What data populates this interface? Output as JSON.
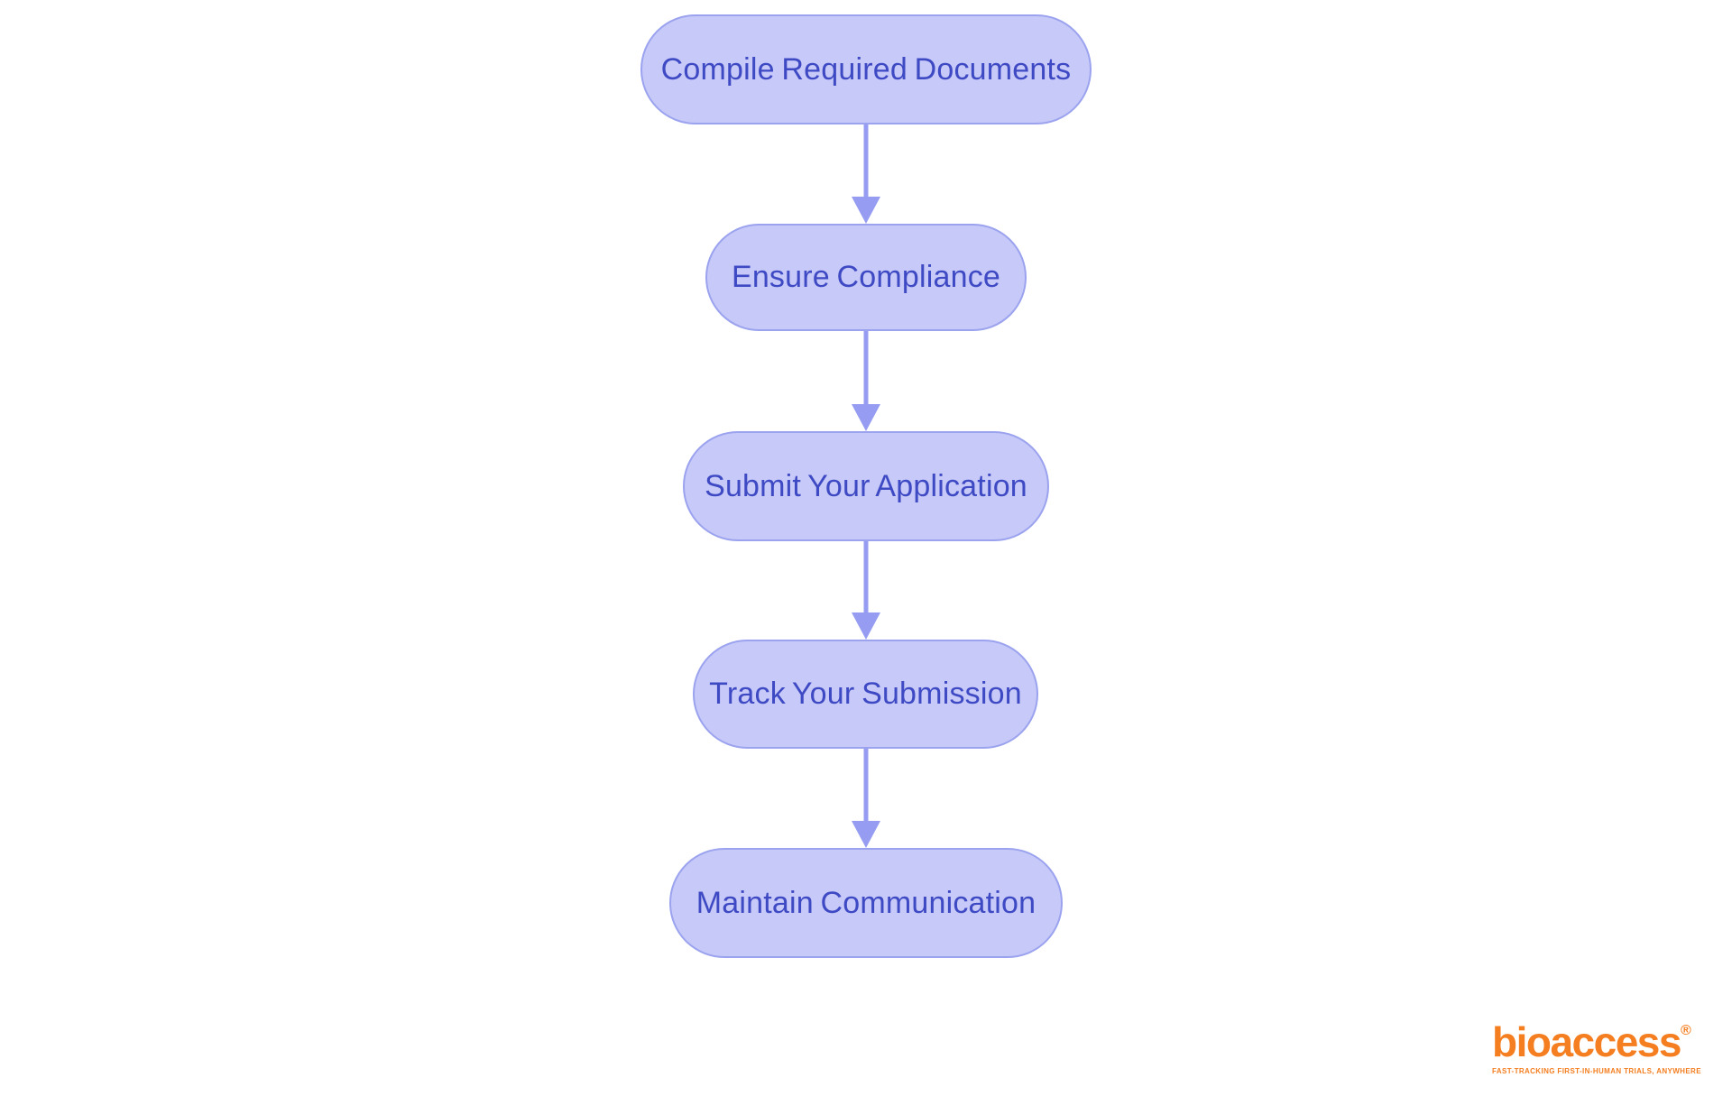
{
  "flowchart": {
    "nodes": [
      {
        "id": "compile-required-documents",
        "label": "Compile Required Documents"
      },
      {
        "id": "ensure-compliance",
        "label": "Ensure Compliance"
      },
      {
        "id": "submit-your-application",
        "label": "Submit Your Application"
      },
      {
        "id": "track-your-submission",
        "label": "Track Your Submission"
      },
      {
        "id": "maintain-communication",
        "label": "Maintain Communication"
      }
    ],
    "edges": [
      {
        "from": "compile-required-documents",
        "to": "ensure-compliance"
      },
      {
        "from": "ensure-compliance",
        "to": "submit-your-application"
      },
      {
        "from": "submit-your-application",
        "to": "track-your-submission"
      },
      {
        "from": "track-your-submission",
        "to": "maintain-communication"
      }
    ]
  },
  "colors": {
    "background": "#ffffff",
    "node_fill": "#c7c9f8",
    "node_border": "#9ba3ef",
    "node_text": "#3e49c4",
    "arrow": "#959cf1",
    "brand_orange": "#f47e20"
  },
  "branding": {
    "logo_text": "bioaccess",
    "registered_mark": "®",
    "tagline": "FAST-TRACKING FIRST-IN-HUMAN TRIALS, ANYWHERE"
  }
}
